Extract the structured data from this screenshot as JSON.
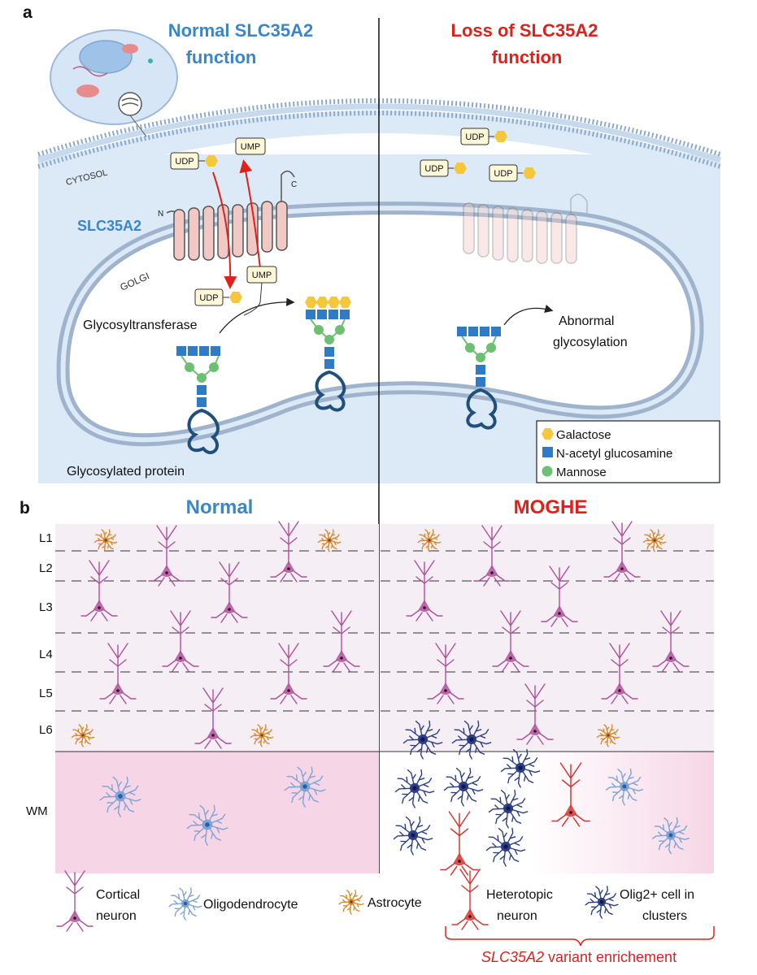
{
  "panel_a": {
    "letter": "a",
    "normal_title_1": "Normal SLC35A2",
    "normal_title_2": "function",
    "loss_title_1": "Loss of SLC35A2",
    "loss_title_2": "function",
    "cytosol": "CYTOSOL",
    "golgi": "GOLGI",
    "slc35a2": "SLC35A2",
    "n_term": "N",
    "c_term": "C",
    "udp": "UDP",
    "ump": "UMP",
    "glycosyltransferase": "Glycosyltransferase",
    "glycosylated_protein": "Glycosylated protein",
    "abnormal_1": "Abnormal",
    "abnormal_2": "glycosylation",
    "legend": {
      "galactose": "Galactose",
      "nacetyl": "N-acetyl glucosamine",
      "mannose": "Mannose"
    }
  },
  "panel_b": {
    "letter": "b",
    "normal_title": "Normal",
    "moghe_title": "MOGHE",
    "layers": [
      "L1",
      "L2",
      "L3",
      "L4",
      "L5",
      "L6",
      "WM"
    ],
    "legend": {
      "cortical_1": "Cortical",
      "cortical_2": "neuron",
      "oligodendrocyte": "Oligodendrocyte",
      "astrocyte": "Astrocyte",
      "heterotopic_1": "Heterotopic",
      "heterotopic_2": "neuron",
      "olig2_1": "Olig2+ cell in",
      "olig2_2": "clusters",
      "variant_italic": "SLC35A2",
      "variant_rest": " variant enrichement"
    }
  },
  "colors": {
    "normal_blue": "#3a86c8",
    "loss_red": "#e0201b",
    "galactose": "#f5c73c",
    "nacetyl": "#2f7cc6",
    "mannose": "#6dbf72",
    "neuron": "#b04f9a",
    "astrocyte": "#d88a2a",
    "oligodendrocyte": "#7ea3d6",
    "olig2": "#2c3f86",
    "heterotopic": "#d8332c"
  }
}
